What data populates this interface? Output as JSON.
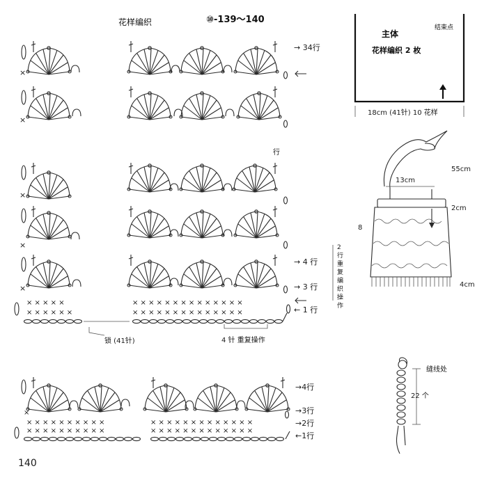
{
  "header": {
    "title": "花样编织",
    "code": "⑩-139～140"
  },
  "rows_top": {
    "r34": "→ 34行",
    "gyo": "行",
    "r4": "→ 4 行",
    "r3": "→ 3 行",
    "r1": "← 1 行",
    "repeat_note": "2行重复编织操作",
    "chain": "锁 (41针)",
    "four_st": "4 针 重复操作"
  },
  "rows_bottom": {
    "r4": "→4行",
    "r3": "→3行",
    "r2": "→2行",
    "r1": "←1行"
  },
  "body_panel": {
    "title": "主体",
    "subtitle": "花样编织 2 枚",
    "end_point": "结束点",
    "width_label": "18cm (41针) 10 花样"
  },
  "bag": {
    "strap": "55cm",
    "handle_span": "13cm",
    "top_band": "2cm",
    "side": "8",
    "bottom": "4cm"
  },
  "cord": {
    "label": "缝线处",
    "count": "22 个"
  },
  "page_number": "140"
}
